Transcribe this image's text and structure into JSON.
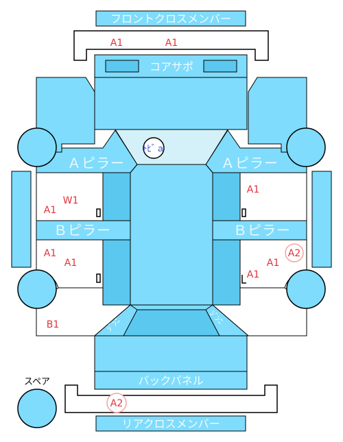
{
  "panels": {
    "front_cross_member": "フロントクロスメンバー",
    "core_support": "コアサポ",
    "a_pillar_left": "Ａピラー",
    "a_pillar_right": "Ａピラー",
    "b_pillar_left": "Ｂピラー",
    "b_pillar_right": "Ｂピラー",
    "back_panel": "バックパネル",
    "rear_cross_member": "リアクロスメンバー",
    "spare": "スペア",
    "dashboard_text": "ﾄﾋﾞａ",
    "left_rear_housing": "ｼﾞﾝﾆ",
    "right_rear_housing": "ｼﾞﾝﾆ"
  },
  "damage_codes": {
    "front_member_1": "A1",
    "front_member_2": "A1",
    "front_left_door_upper": "W1",
    "front_left_door_lower": "A1",
    "rear_left_door_1": "A1",
    "rear_left_door_2": "A1",
    "left_quarter": "B1",
    "front_right_door": "A1",
    "rear_right_door_1": "A1",
    "rear_right_door_2": "A1",
    "right_rear_circle": "A2",
    "rear_member_circle": "A2"
  },
  "colors": {
    "panel_fill": "#7fdcfc",
    "panel_dark": "#5bc8ef",
    "windshield": "#d4f0f8",
    "outline": "#000000",
    "code_red": "#e0333a",
    "circle_pink": "#f6a2a2",
    "blue_text": "#3344cc"
  }
}
